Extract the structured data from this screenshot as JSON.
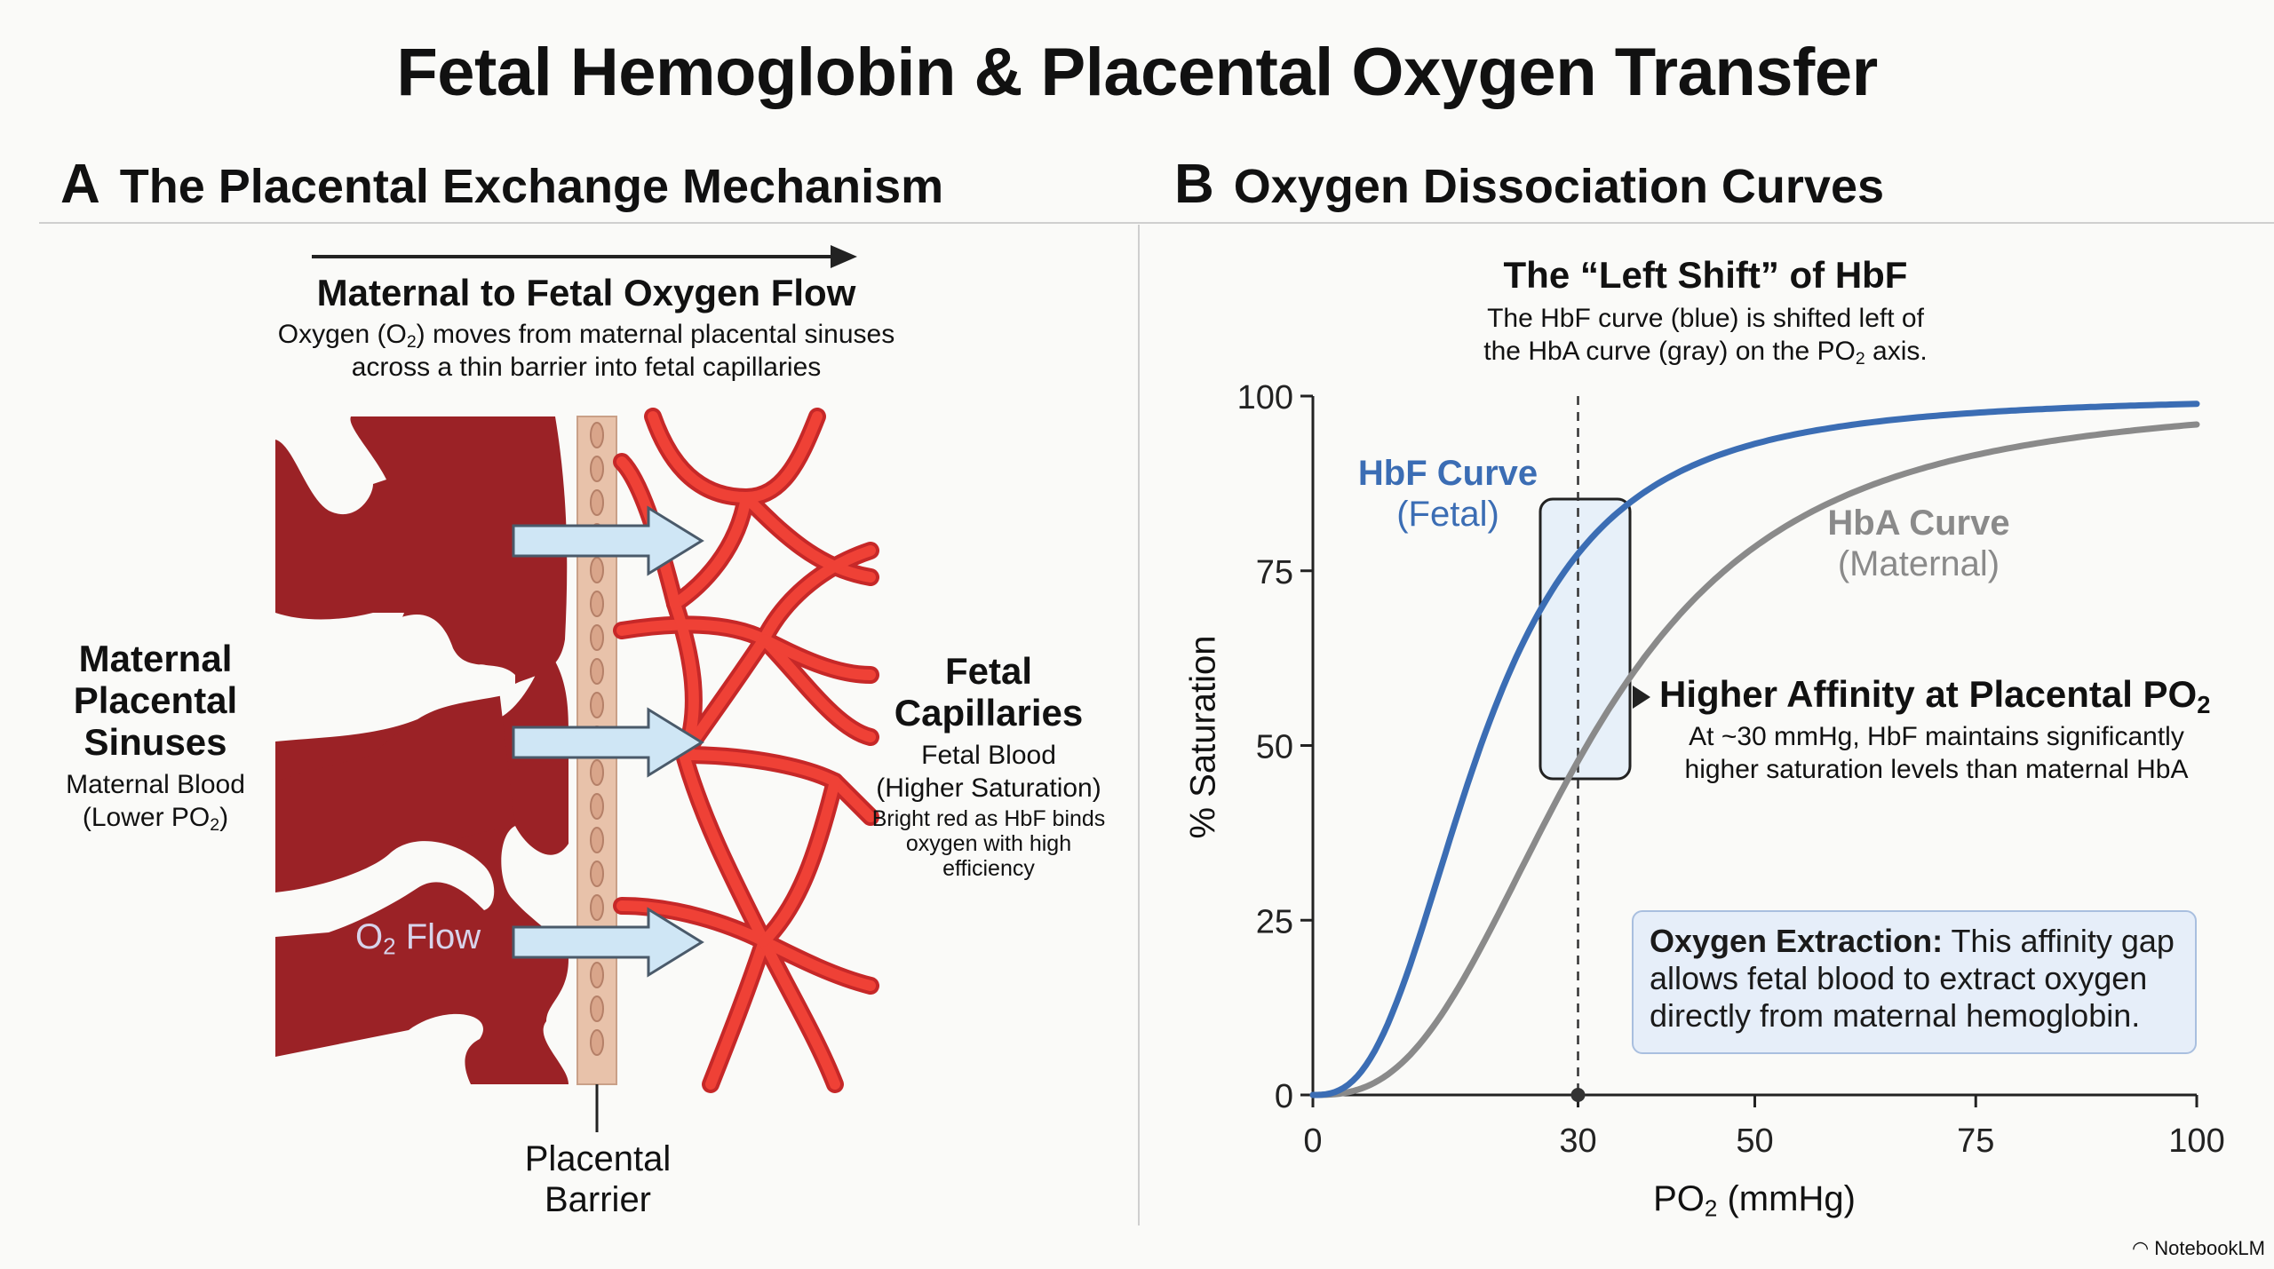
{
  "title": "Fetal Hemoglobin & Placental Oxygen Transfer",
  "panel_a": {
    "letter": "A",
    "heading": "The Placental Exchange Mechanism",
    "flow_title": "Maternal to Fetal Oxygen Flow",
    "flow_desc_1a": "Oxygen (O",
    "flow_desc_1sub": "2",
    "flow_desc_1b": ") moves from maternal placental sinuses",
    "flow_desc_2": "across a thin barrier into fetal capillaries",
    "maternal_title": [
      "Maternal",
      "Placental",
      "Sinuses"
    ],
    "maternal_sub": "Maternal Blood",
    "maternal_po2a": "(Lower PO",
    "maternal_po2sub": "2",
    "maternal_po2b": ")",
    "o2_flow_a": "O",
    "o2_flow_sub": "2",
    "o2_flow_b": " Flow",
    "fetal_title": [
      "Fetal",
      "Capillaries"
    ],
    "fetal_sub1": "Fetal Blood",
    "fetal_sub2": "(Higher Saturation)",
    "fetal_note": [
      "Bright red as HbF binds",
      "oxygen with high",
      "efficiency"
    ],
    "barrier_label": [
      "Placental",
      "Barrier"
    ]
  },
  "panel_b": {
    "letter": "B",
    "heading": "Oxygen Dissociation Curves",
    "shift_title": "The “Left Shift” of HbF",
    "shift_desc_1": "The HbF curve (blue) is shifted left of",
    "shift_desc_2a": "the HbA curve (gray) on the PO",
    "shift_desc_2sub": "2",
    "shift_desc_2b": " axis.",
    "hbf_label": "HbF Curve",
    "hbf_sub": "(Fetal)",
    "hba_label": "HbA Curve",
    "hba_sub": "(Maternal)",
    "affinity_title_a": "Higher Affinity at Placental PO",
    "affinity_title_sub": "2",
    "affinity_desc": [
      "At ~30 mmHg, HbF maintains significantly",
      "higher saturation levels than maternal HbA"
    ],
    "extraction_bold": "Oxygen Extraction:",
    "extraction_text": " This affinity gap allows fetal blood to extract oxygen directly from maternal hemoglobin."
  },
  "chart_data": {
    "type": "line",
    "xlabel_a": "PO",
    "xlabel_sub": "2",
    "xlabel_b": " (mmHg)",
    "ylabel": "% Saturation",
    "xlim": [
      0,
      100
    ],
    "ylim": [
      0,
      100
    ],
    "x_ticks": [
      0,
      30,
      50,
      75,
      100
    ],
    "y_ticks": [
      0,
      25,
      50,
      75,
      100
    ],
    "marker_x": 30,
    "series": [
      {
        "name": "HbF Curve",
        "color": "#3b6db4",
        "p50": 19,
        "hill_n": 2.7
      },
      {
        "name": "HbA Curve",
        "color": "#8a8a8a",
        "p50": 31,
        "hill_n": 2.7
      }
    ]
  },
  "watermark": "NotebookLM",
  "colors": {
    "maternal": "#9b2226",
    "fetal": "#e53935",
    "arrow": "#cfe6f5",
    "barrier": "#e8c2aa"
  }
}
